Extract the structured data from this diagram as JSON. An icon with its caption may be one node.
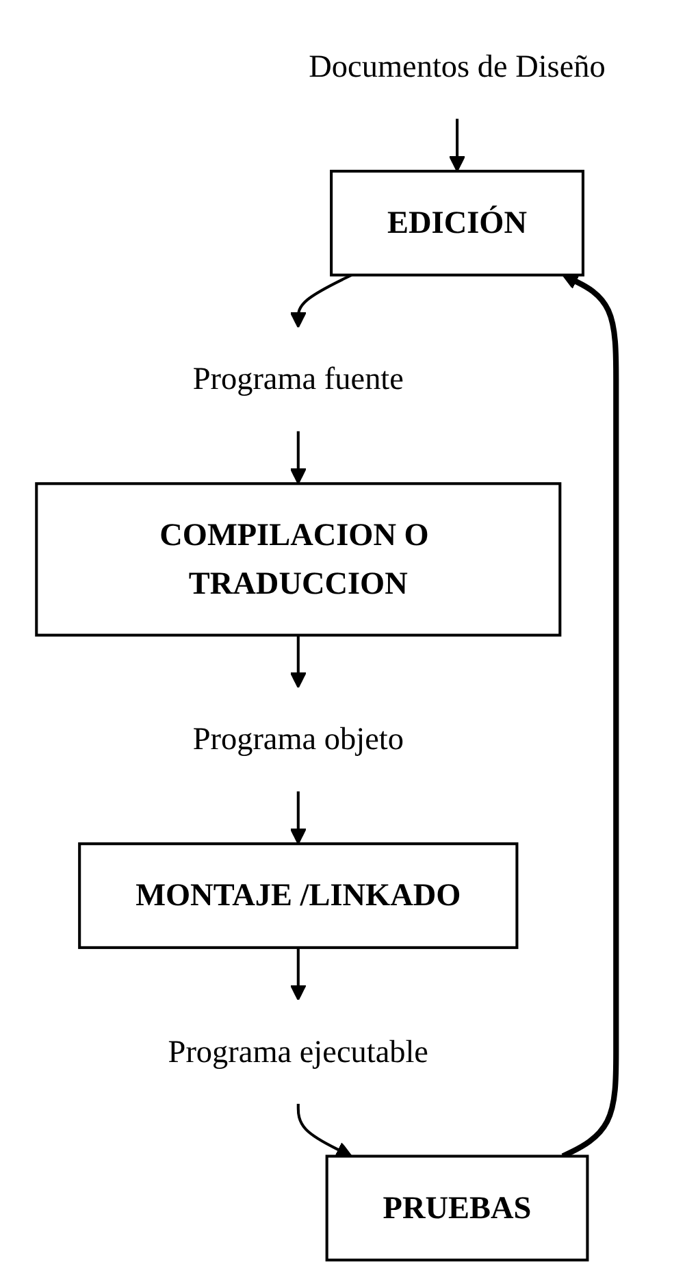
{
  "diagram": {
    "nodes": [
      {
        "text": [
          "Documentos de Diseño"
        ]
      },
      {
        "text": [
          "EDICIÓN"
        ]
      },
      {
        "text": [
          "Programa fuente"
        ]
      },
      {
        "text": [
          "COMPILACION O TRADUCCION"
        ]
      },
      {
        "text": [
          "Programa objeto"
        ]
      },
      {
        "text": [
          "MONTAJE /LINKADO"
        ]
      },
      {
        "text": [
          "Programa ejecutable"
        ]
      },
      {
        "text": [
          "PRUEBAS"
        ]
      }
    ],
    "edges": [
      {
        "from": 0,
        "to": 1,
        "arrow": "to"
      },
      {
        "from": 1,
        "to": 2,
        "arrow": "to"
      },
      {
        "from": 2,
        "to": 3,
        "arrow": "to"
      },
      {
        "from": 3,
        "to": 4,
        "arrow": "to"
      },
      {
        "from": 4,
        "to": 5,
        "arrow": "to"
      },
      {
        "from": 5,
        "to": 6,
        "arrow": "to"
      },
      {
        "from": 6,
        "to": 7,
        "arrow": "to"
      },
      {
        "from": 7,
        "to": 1,
        "arrow": "to",
        "style": "thick"
      }
    ]
  }
}
